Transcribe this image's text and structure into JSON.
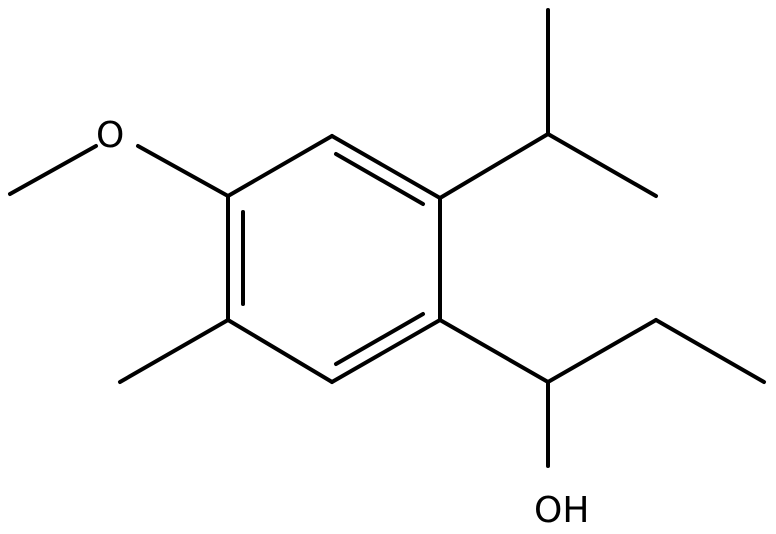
{
  "molecule": {
    "atoms": [
      {
        "id": "o-methoxy",
        "label": "O"
      },
      {
        "id": "o-hydroxyl",
        "label": "OH"
      }
    ],
    "colors": {
      "bond": "#000000",
      "label": "#000000",
      "background": "#ffffff"
    }
  }
}
